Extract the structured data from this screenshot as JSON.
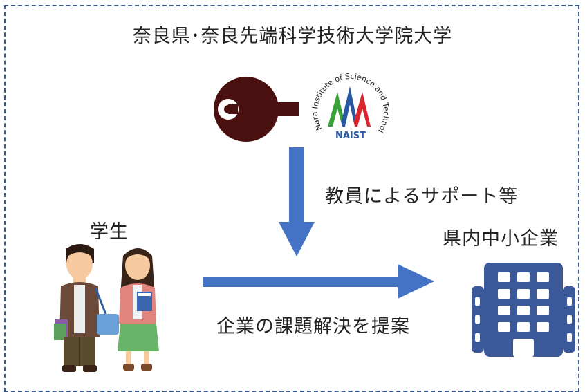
{
  "title": "奈良県･奈良先端科学技術大学院大学",
  "support_label": "教員によるサポート等",
  "students_label": "学生",
  "companies_label": "県内中小企業",
  "proposal_label": "企業の課題解決を提案",
  "naist_logo": {
    "ring_text": "Nara Institute of Science and Technology",
    "wordmark": "NAIST"
  },
  "colors": {
    "arrow": "#4472c4",
    "building": "#3b5998",
    "frame": "#3a5a8c",
    "nara_emblem": "#4a0f0f"
  }
}
